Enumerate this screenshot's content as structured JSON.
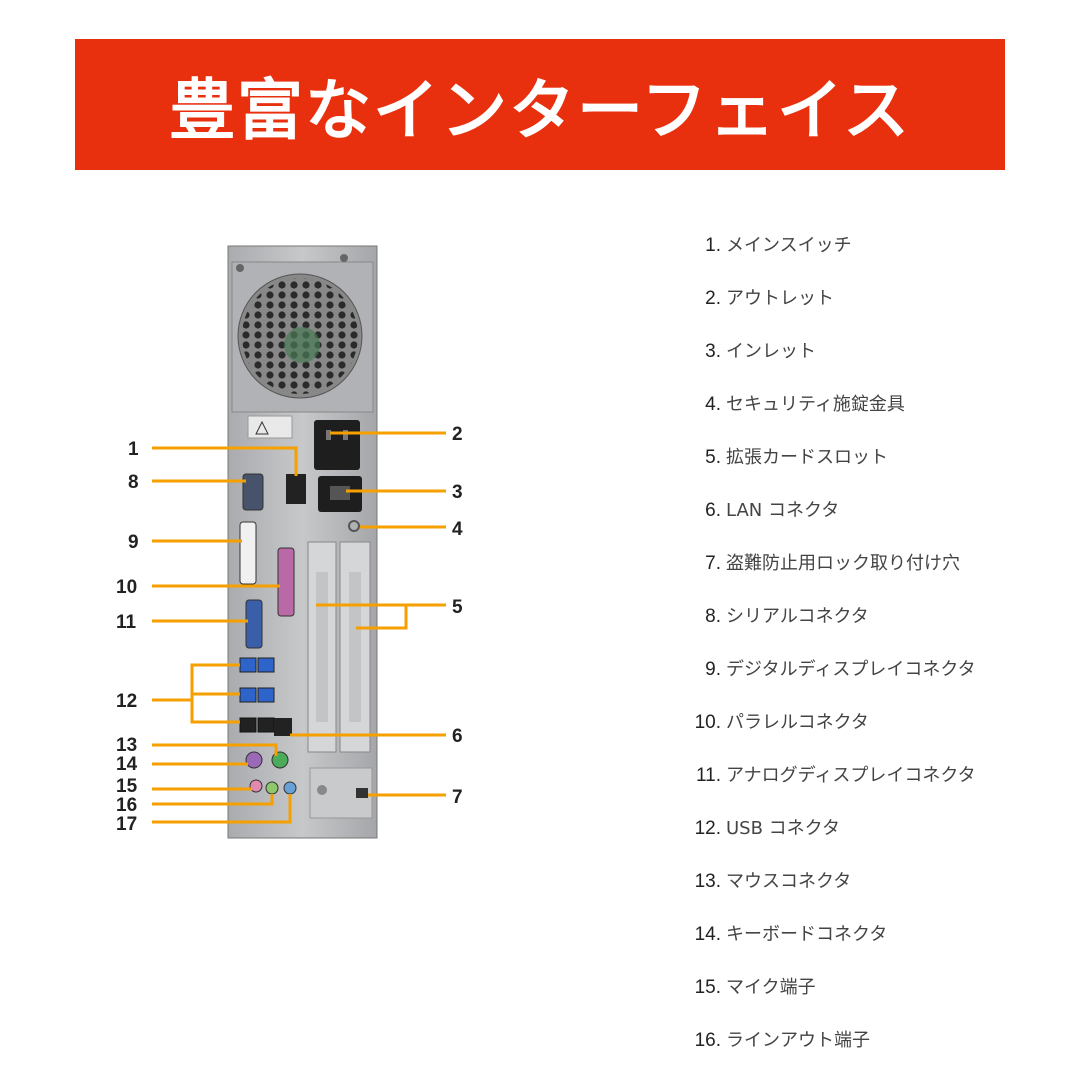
{
  "title": "豊富なインターフェイス",
  "colors": {
    "banner": "#e8300e",
    "leader": "#f5a000",
    "case": "#b9bbbe"
  },
  "callouts": [
    "1",
    "2",
    "3",
    "4",
    "5",
    "6",
    "7",
    "8",
    "9",
    "10",
    "11",
    "12",
    "13",
    "14",
    "15",
    "16",
    "17"
  ],
  "legend": [
    {
      "num": "1.",
      "text": "メインスイッチ"
    },
    {
      "num": "2.",
      "text": "アウトレット"
    },
    {
      "num": "3.",
      "text": "インレット"
    },
    {
      "num": "4.",
      "text": "セキュリティ施錠金具"
    },
    {
      "num": "5.",
      "text": "拡張カードスロット"
    },
    {
      "num": "6.",
      "text": "LAN コネクタ"
    },
    {
      "num": "7.",
      "text": "盗難防止用ロック取り付け穴"
    },
    {
      "num": "8.",
      "text": "シリアルコネクタ"
    },
    {
      "num": "9.",
      "text": "デジタルディスプレイコネクタ"
    },
    {
      "num": "10.",
      "text": "パラレルコネクタ"
    },
    {
      "num": "11.",
      "text": "アナログディスプレイコネクタ"
    },
    {
      "num": "12.",
      "text": "USB コネクタ"
    },
    {
      "num": "13.",
      "text": "マウスコネクタ"
    },
    {
      "num": "14.",
      "text": "キーボードコネクタ"
    },
    {
      "num": "15.",
      "text": "マイク端子"
    },
    {
      "num": "16.",
      "text": "ラインアウト端子"
    }
  ]
}
